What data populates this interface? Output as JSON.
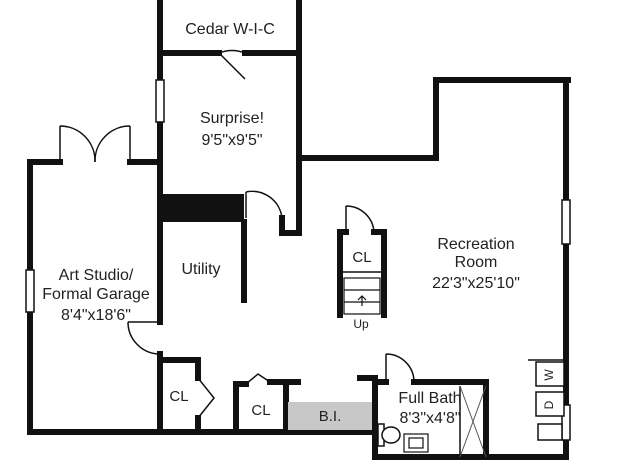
{
  "rooms": {
    "cedar": {
      "name": "Cedar W-I-C"
    },
    "surprise": {
      "name": "Surprise!",
      "dim": "9'5\"x9'5\""
    },
    "art": {
      "line1": "Art Studio/",
      "line2": "Formal Garage",
      "dim": "8'4\"x18'6\""
    },
    "utility": {
      "name": "Utility"
    },
    "recreation": {
      "line1": "Recreation",
      "line2": "Room",
      "dim": "22'3\"x25'10\""
    },
    "fullbath": {
      "name": "Full Bath",
      "dim": "8'3\"x4'8\""
    }
  },
  "closets": {
    "stairs": "CL",
    "left": "CL",
    "mid": "CL"
  },
  "stairs": {
    "label": "Up"
  },
  "built_in": {
    "label": "B.I."
  },
  "appliances": {
    "washer": "W",
    "dryer": "D"
  },
  "colors": {
    "wall": "#111111",
    "builtin": "#c8c8c8",
    "dark_block": "#111111",
    "fixture": "#555555"
  }
}
